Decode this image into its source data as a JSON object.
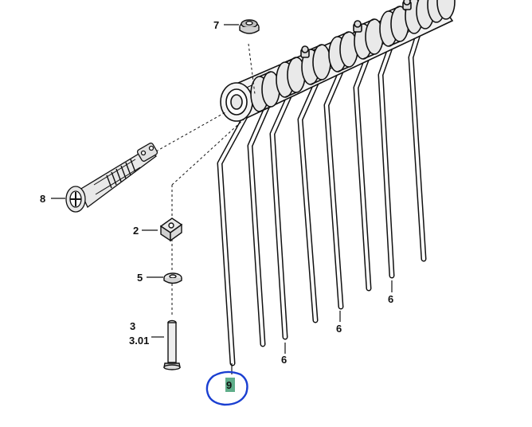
{
  "diagram": {
    "callouts": {
      "part_7": "7",
      "part_8": "8",
      "part_2": "2",
      "part_5": "5",
      "part_3": "3",
      "part_3_01": "3.01",
      "part_9": "9",
      "tine_6": "6"
    },
    "tine_count": 8,
    "highlight": {
      "callout": "9",
      "circle_color": "#1a3fd1",
      "marker_color": "#5fae8a"
    },
    "colors": {
      "line": "#111111",
      "shaft_fill": "#f4f4f4",
      "part_fill": "#e8e8e8"
    }
  }
}
